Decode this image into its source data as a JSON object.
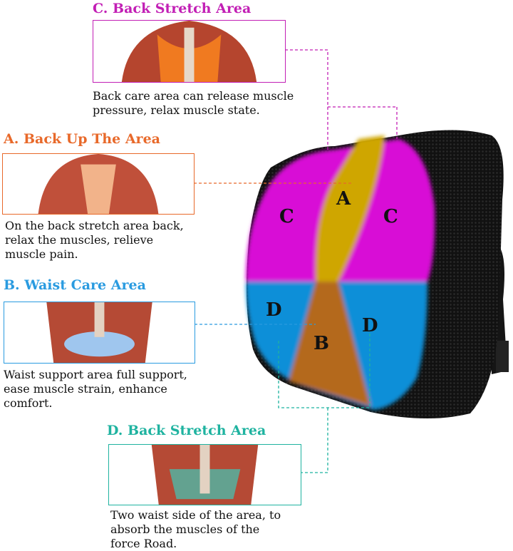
{
  "sections": {
    "c": {
      "title": "C. Back Stretch Area",
      "color": "#c21fb5",
      "lines": [
        "Back care area can release muscle",
        "pressure, relax muscle state."
      ]
    },
    "a": {
      "title": "A. Back Up The Area",
      "color": "#e8692a",
      "lines": [
        "On the back stretch area back,",
        "relax the muscles, relieve",
        "muscle pain."
      ]
    },
    "b": {
      "title": "B. Waist Care Area",
      "color": "#2a9be0",
      "lines": [
        "Waist support area full support,",
        "ease muscle strain, enhance",
        "comfort."
      ]
    },
    "d": {
      "title": "D. Back Stretch Area",
      "color": "#1fb3a0",
      "lines": [
        "Two waist side of the area, to",
        "absorb the muscles of the",
        "force Road."
      ]
    }
  },
  "cushion_labels": {
    "a": "A",
    "b": "B",
    "c_left": "C",
    "c_right": "C",
    "d_left": "D",
    "d_right": "D"
  }
}
